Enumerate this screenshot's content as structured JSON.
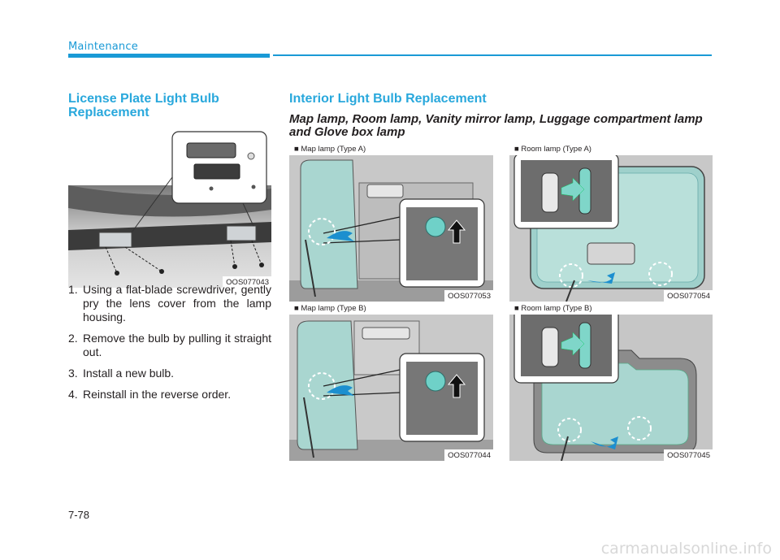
{
  "header": {
    "section": "Maintenance"
  },
  "license": {
    "title": "License Plate Light Bulb Replacement",
    "figure_code": "OOS077043",
    "steps": [
      {
        "num": "1.",
        "text": "Using a flat-blade screwdriver, gently pry the lens cover from the lamp housing."
      },
      {
        "num": "2.",
        "text": "Remove the bulb by pulling it straight out."
      },
      {
        "num": "3.",
        "text": "Install a new bulb."
      },
      {
        "num": "4.",
        "text": "Reinstall in the reverse order."
      }
    ]
  },
  "interior": {
    "title": "Interior Light Bulb Replacement",
    "subtitle": "Map lamp, Room lamp, Vanity mirror lamp, Luggage compartment lamp and Glove box lamp",
    "figures": [
      {
        "caption": "■ Map lamp (Type A)",
        "code": "OOS077053"
      },
      {
        "caption": "■ Room lamp (Type A)",
        "code": "OOS077054"
      },
      {
        "caption": "■ Map lamp (Type B)",
        "code": "OOS077044"
      },
      {
        "caption": "■ Room lamp (Type B)",
        "code": "OOS077045"
      }
    ]
  },
  "footer": {
    "page": "7-78",
    "watermark": "carmanualsonline.info"
  },
  "colors": {
    "accent": "#1a9ad6",
    "heading": "#29a8dc",
    "lens": "#a9d6d0",
    "arrow": "#1c8fcf"
  }
}
